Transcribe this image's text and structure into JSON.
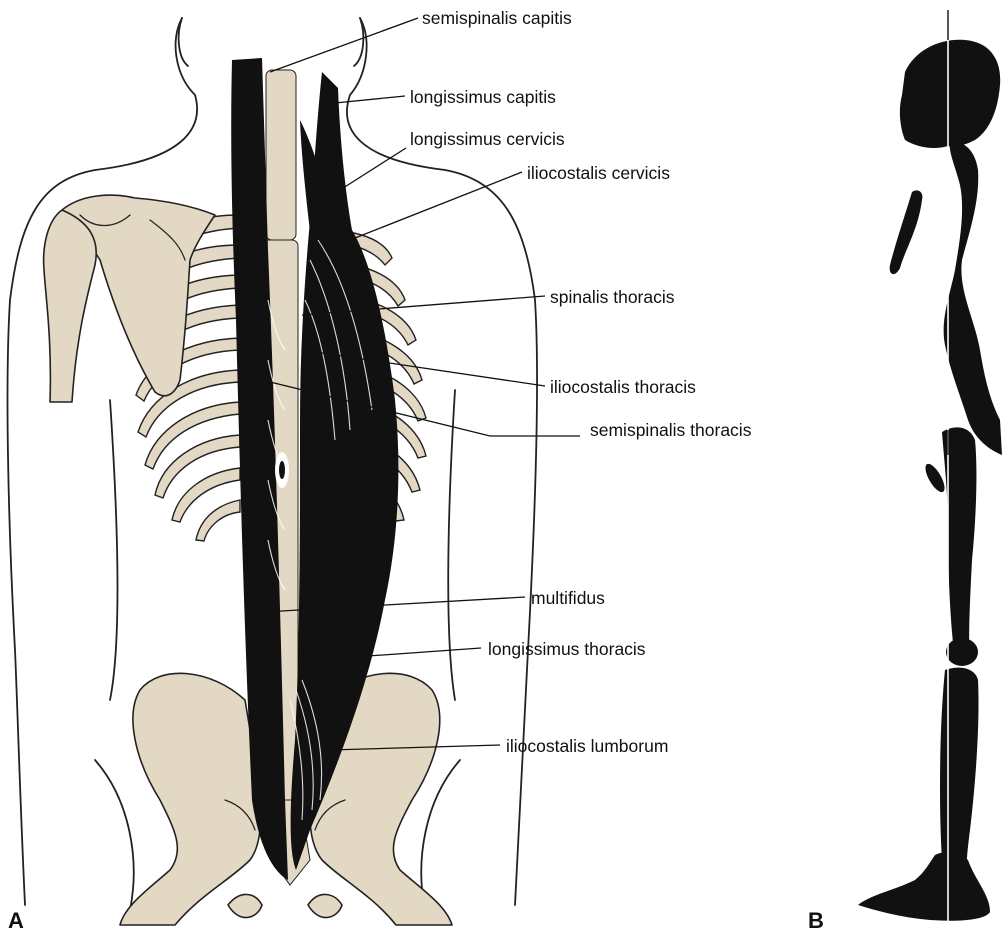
{
  "labels": {
    "semispinalis_capitis": "semispinalis capitis",
    "longissimus_capitis": "longissimus capitis",
    "longissimus_cervicis": "longissimus cervicis",
    "iliocostalis_cervicis": "iliocostalis cervicis",
    "spinalis_thoracis": "spinalis thoracis",
    "iliocostalis_thoracis": "iliocostalis thoracis",
    "semispinalis_thoracis": "semispinalis thoracis",
    "multifidus": "multifidus",
    "longissimus_thoracis": "longissimus thoracis",
    "iliocostalis_lumborum": "iliocostalis lumborum"
  },
  "panels": {
    "a": "A",
    "b": "B"
  },
  "colors": {
    "bone": "#e3d8c3",
    "muscle": "#111111",
    "line": "#111111"
  }
}
